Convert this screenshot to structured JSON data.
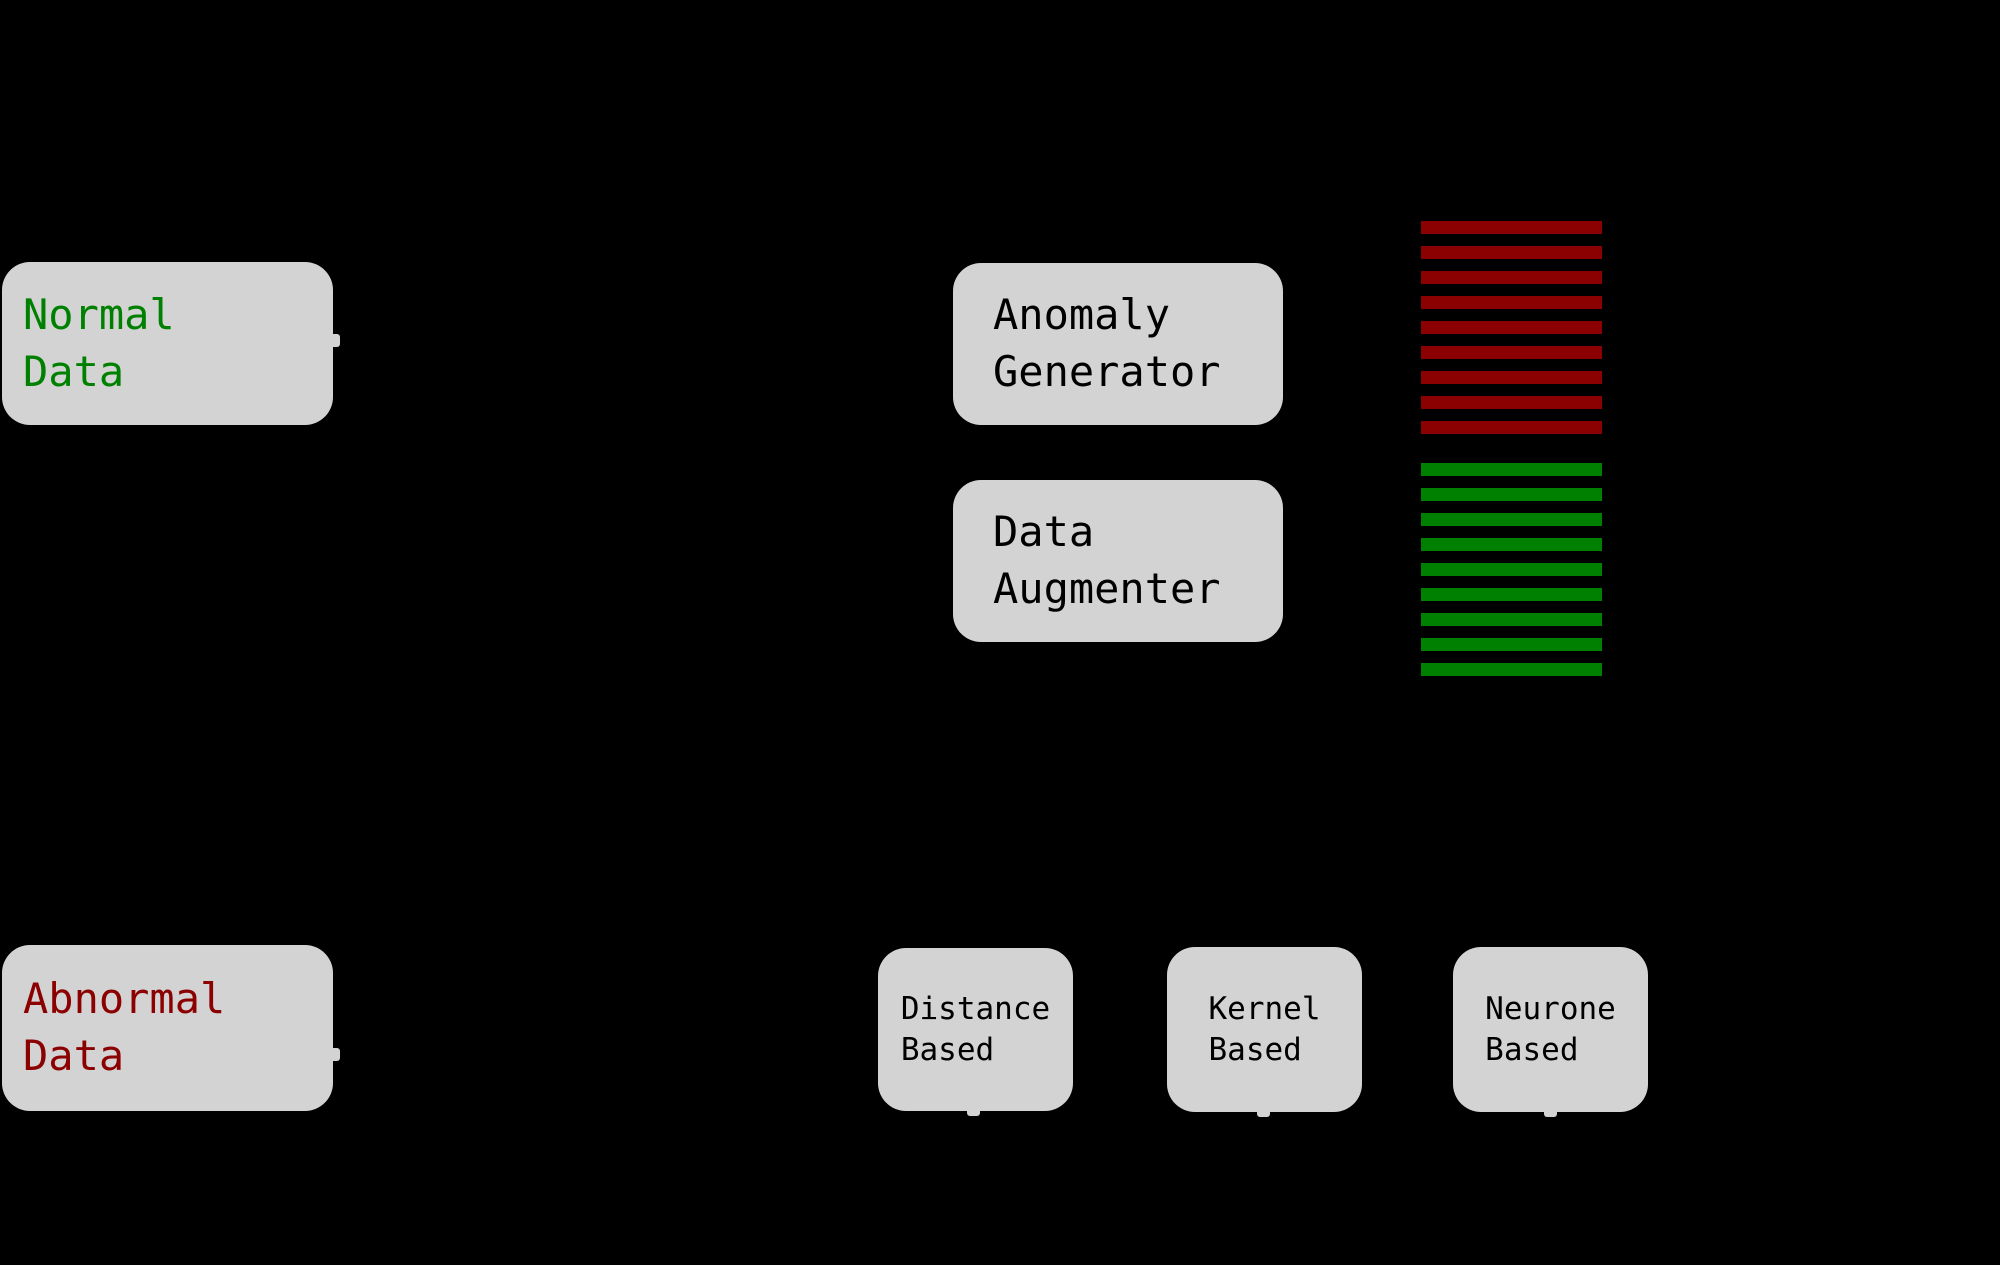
{
  "figure": {
    "background_color": "#000000",
    "box_fill_color": "#d3d3d3"
  },
  "boxes": {
    "normal_data": {
      "lines": [
        "Normal",
        "Data"
      ],
      "text_color": "#008000"
    },
    "anomaly_generator": {
      "lines": [
        "Anomaly",
        "Generator"
      ],
      "text_color": "#000000"
    },
    "data_augmenter": {
      "lines": [
        "Data",
        "Augmenter"
      ],
      "text_color": "#000000"
    },
    "abnormal_data": {
      "lines": [
        "Abnormal",
        "Data"
      ],
      "text_color": "#8b0000"
    },
    "distance_based": {
      "lines": [
        "Distance",
        "Based"
      ],
      "text_color": "#000000"
    },
    "kernel_based": {
      "lines": [
        "Kernel",
        "Based"
      ],
      "text_color": "#000000"
    },
    "neurone_based": {
      "lines": [
        "Neurone",
        "Based"
      ],
      "text_color": "#000000"
    }
  },
  "stripe_stacks": {
    "abnormal": {
      "color": "#8b0000",
      "count": 9
    },
    "normal": {
      "color": "#008000",
      "count": 9
    }
  }
}
